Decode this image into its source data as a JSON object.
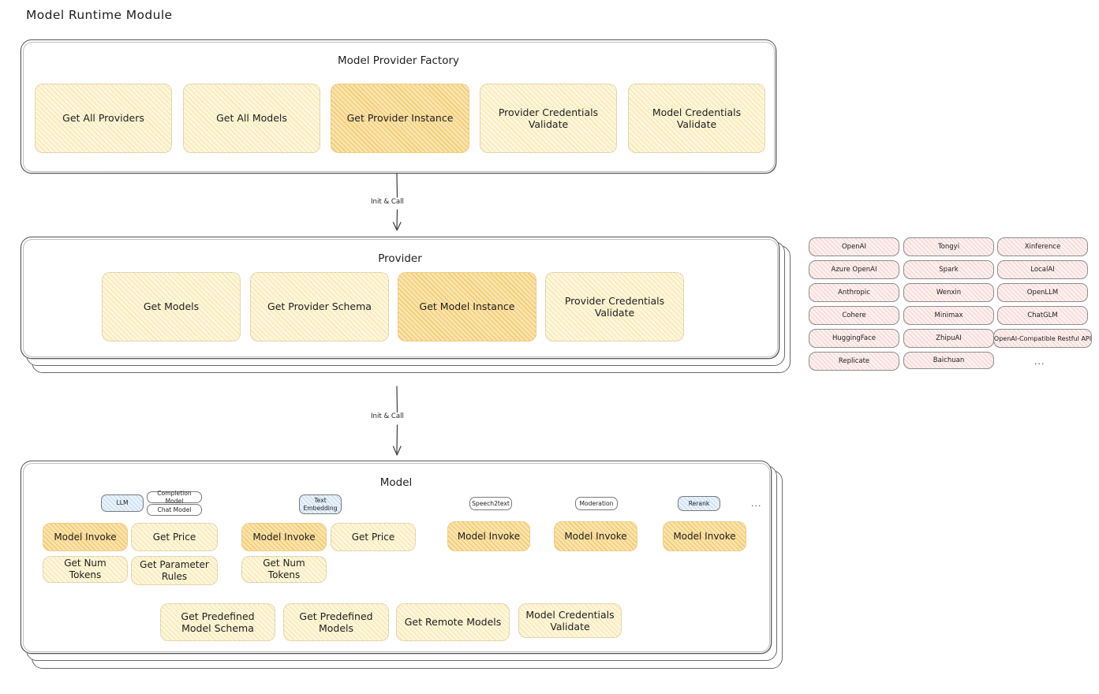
{
  "page": {
    "title": "Model Runtime Module"
  },
  "colors": {
    "node_fill": "#fdf6dd",
    "node_fill_highlight": "#fbe3ac",
    "tag_pink_fill": "#fdf0ef",
    "tag_blue_fill": "#e9f2fb",
    "stroke": "#575757",
    "text": "#1e1e1e"
  },
  "factory": {
    "title": "Model Provider Factory",
    "nodes": [
      {
        "label": "Get All Providers",
        "highlight": false
      },
      {
        "label": "Get All Models",
        "highlight": false
      },
      {
        "label": "Get Provider Instance",
        "highlight": true
      },
      {
        "label": "Provider Credentials Validate",
        "highlight": false
      },
      {
        "label": "Model Credentials Validate",
        "highlight": false
      }
    ]
  },
  "arrow_factory_to_provider": {
    "label": "Init & Call"
  },
  "provider": {
    "title": "Provider",
    "nodes": [
      {
        "label": "Get Models",
        "highlight": false
      },
      {
        "label": "Get Provider Schema",
        "highlight": false
      },
      {
        "label": "Get Model Instance",
        "highlight": true
      },
      {
        "label": "Provider Credentials Validate",
        "highlight": false
      }
    ]
  },
  "arrow_provider_to_model": {
    "label": "Init & Call"
  },
  "provider_list": {
    "columns": [
      {
        "items": [
          "OpenAI",
          "Azure OpenAI",
          "Anthropic",
          "Cohere",
          "HuggingFace",
          "Replicate"
        ]
      },
      {
        "items": [
          "Tongyi",
          "Spark",
          "Wenxin",
          "Minimax",
          "ZhipuAI",
          "Baichuan"
        ]
      },
      {
        "items": [
          "Xinference",
          "LocalAI",
          "OpenLLM",
          "ChatGLM",
          "OpenAI-Compatible Restful API"
        ]
      }
    ],
    "more": "..."
  },
  "model": {
    "title": "Model",
    "more": "...",
    "types": [
      {
        "tag": "LLM",
        "tag_style": "blue",
        "sub_tags": [
          "Completion Model",
          "Chat Model"
        ],
        "nodes_row1": [
          {
            "label": "Model Invoke",
            "highlight": true
          },
          {
            "label": "Get Price",
            "highlight": false
          }
        ],
        "nodes_row2": [
          {
            "label": "Get Num Tokens",
            "highlight": false
          },
          {
            "label": "Get Parameter Rules",
            "highlight": false
          }
        ]
      },
      {
        "tag": "Text Embedding",
        "tag_style": "blue",
        "sub_tags": [],
        "nodes_row1": [
          {
            "label": "Model Invoke",
            "highlight": true
          },
          {
            "label": "Get Price",
            "highlight": false
          }
        ],
        "nodes_row2": [
          {
            "label": "Get Num Tokens",
            "highlight": false
          }
        ]
      },
      {
        "tag": "Speech2text",
        "tag_style": "white",
        "sub_tags": [],
        "nodes_row1": [
          {
            "label": "Model Invoke",
            "highlight": true
          }
        ],
        "nodes_row2": []
      },
      {
        "tag": "Moderation",
        "tag_style": "white",
        "sub_tags": [],
        "nodes_row1": [
          {
            "label": "Model Invoke",
            "highlight": true
          }
        ],
        "nodes_row2": []
      },
      {
        "tag": "Rerank",
        "tag_style": "blue",
        "sub_tags": [],
        "nodes_row1": [
          {
            "label": "Model Invoke",
            "highlight": true
          }
        ],
        "nodes_row2": []
      }
    ],
    "common_nodes": [
      {
        "label": "Get Predefined Model Schema",
        "highlight": false
      },
      {
        "label": "Get Predefined Models",
        "highlight": false
      },
      {
        "label": "Get Remote Models",
        "highlight": false
      },
      {
        "label": "Model Credentials Validate",
        "highlight": false
      }
    ]
  }
}
